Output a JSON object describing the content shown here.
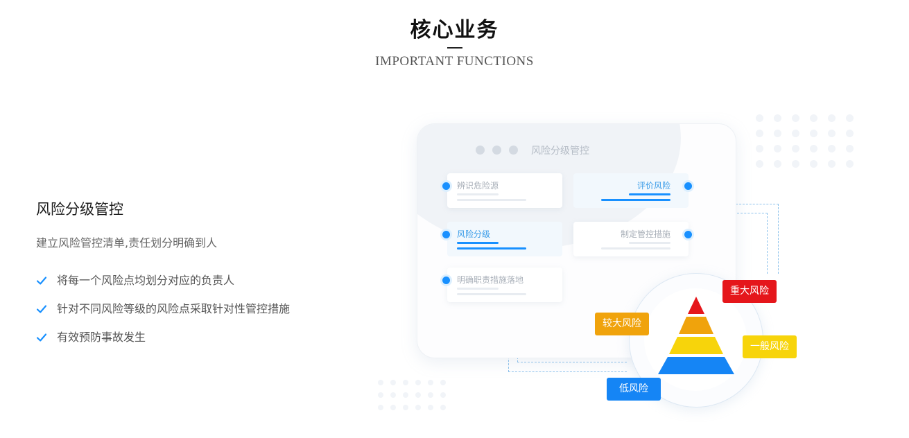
{
  "header": {
    "title": "核心业务",
    "subtitle": "IMPORTANT FUNCTIONS"
  },
  "feature": {
    "title": "风险分级管控",
    "description": "建立风险管控清单,责任划分明确到人",
    "bullets": [
      "将每一个风险点均划分对应的负责人",
      "针对不同风险等级的风险点采取针对性管控措施",
      "有效预防事故发生"
    ]
  },
  "illustration": {
    "window_title": "风险分级管控",
    "cards": [
      "辨识危险源",
      "评价风险",
      "风险分级",
      "制定管控措施",
      "明确职责措施落地"
    ],
    "risk_levels": [
      {
        "label": "重大风险",
        "color": "#e5161b"
      },
      {
        "label": "较大风险",
        "color": "#f0a30c"
      },
      {
        "label": "一般风险",
        "color": "#f7d40b"
      },
      {
        "label": "低风险",
        "color": "#1585f5"
      }
    ]
  },
  "colors": {
    "accent": "#1890ff",
    "check": "#1890ff"
  }
}
